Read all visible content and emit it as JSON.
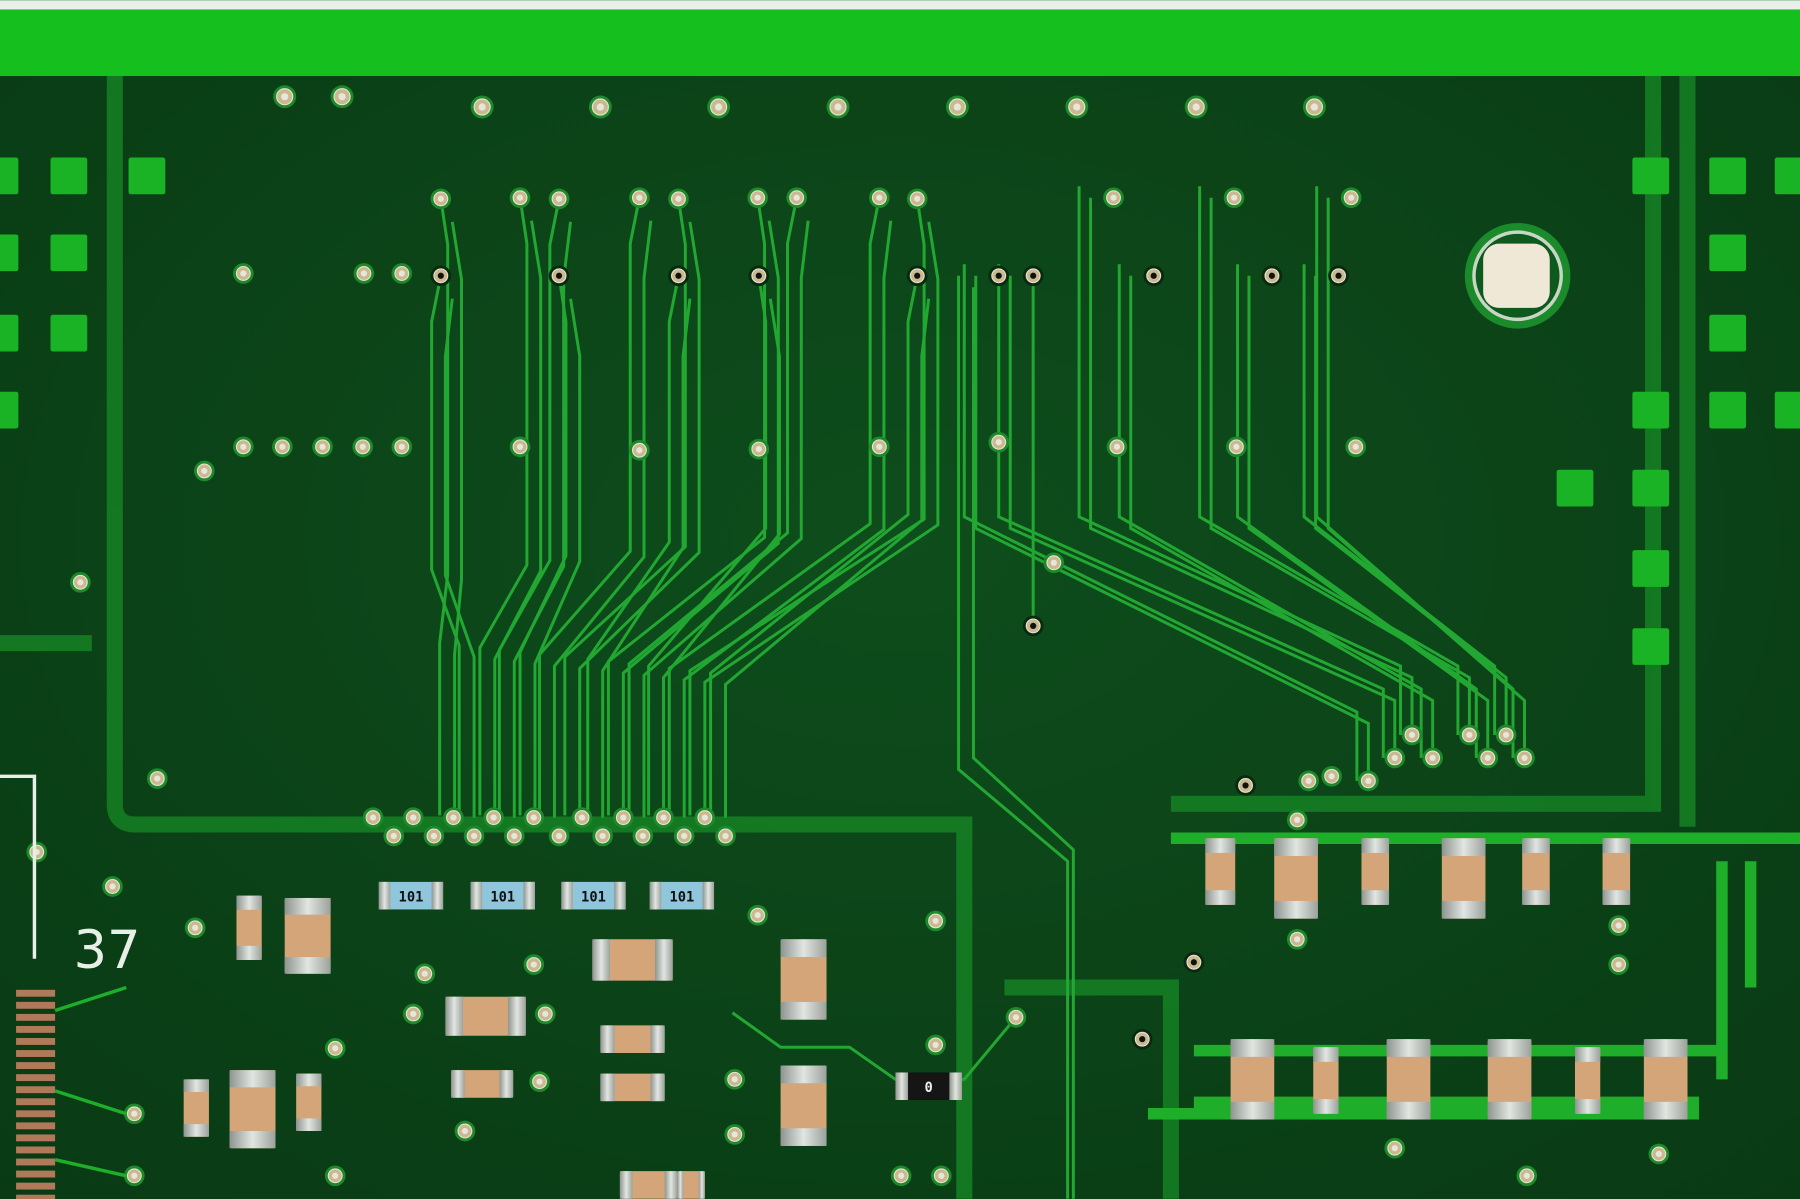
{
  "board": {
    "silkscreen_label": "37",
    "resistor_codes": [
      "101",
      "101",
      "101",
      "101"
    ],
    "zero_ohm_code": "0"
  },
  "colors": {
    "board_dark": "#0c4a1a",
    "copper_light": "#1fae2a",
    "edge_bright": "#16c21e",
    "resistor_blue": "#8fc6dc",
    "capacitor_tan": "#d5a57a"
  }
}
